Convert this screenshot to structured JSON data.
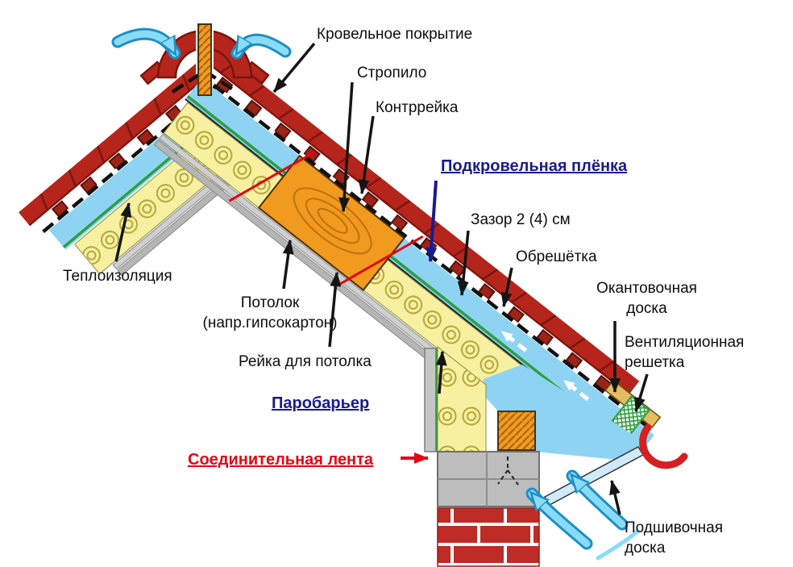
{
  "labels": {
    "roof_cover": "Кровельное покрытие",
    "rafter": "Стропило",
    "counter_batten": "Контррейка",
    "underroof_film": "Подкровельная плёнка",
    "gap": "Зазор 2 (4) см",
    "lathing": "Обрешётка",
    "edging_board_line1": "Окантовочная",
    "edging_board_line2": "доска",
    "vent_grille_line1": "Вентиляционная",
    "vent_grille_line2": "решетка",
    "insulation": "Теплоизоляция",
    "ceiling_line1": "Потолок",
    "ceiling_line2": "(напр.гипсокартон)",
    "ceiling_batten": "Рейка для потолка",
    "vapor_barrier": "Паробарьер",
    "connecting_tape": "Соединительная лента",
    "soffit_board_line1": "Подшивочная",
    "soffit_board_line2": "доска"
  },
  "colors": {
    "tile_red": "#b5251b",
    "brick_red": "#bf2b25",
    "air_cyan": "#8ed4f2",
    "arrow_cyan": "#8adcf6",
    "arrow_cyan_edge": "#1f8fc4",
    "insulation_yellow": "#f6f0a0",
    "wood_orange": "#f09a1f",
    "film_green": "#2e9e41",
    "ceiling_gray": "#c6c6c6",
    "label_blue": "#1a1a8f",
    "label_red": "#e30613",
    "leader_black": "#151515"
  }
}
